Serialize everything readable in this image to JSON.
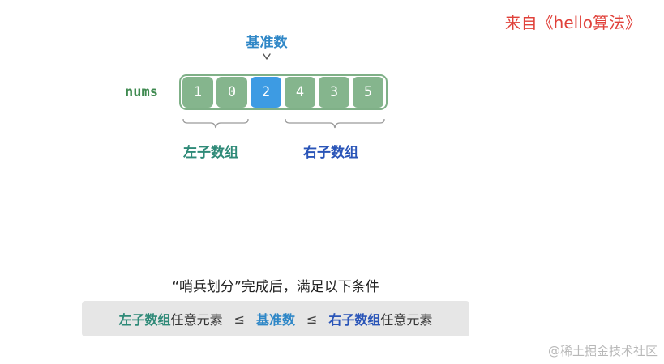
{
  "source_label": "来自《hello算法》",
  "watermark": "@稀土掘金技术社区",
  "pivot_label": "基准数",
  "array": {
    "name": "nums",
    "values": [
      "1",
      "0",
      "2",
      "4",
      "3",
      "5"
    ],
    "pivot_index": 2
  },
  "subarrays": {
    "left_label": "左子数组",
    "right_label": "右子数组"
  },
  "caption": "“哨兵划分”完成后，满足以下条件",
  "condition": {
    "left_kw": "左子数组",
    "left_rest": "任意元素",
    "leq1": "≤",
    "pivot_kw": "基准数",
    "leq2": "≤",
    "right_kw": "右子数组",
    "right_rest": "任意元素"
  },
  "colors": {
    "cell": "#85b58d",
    "pivot_cell": "#3d9be3",
    "left_accent": "#2f8a78",
    "pivot_accent": "#2f87c7",
    "right_accent": "#2a55b8",
    "source": "#e0413a"
  },
  "icons": [
    "down-arrow-icon",
    "curly-brace-icon"
  ]
}
